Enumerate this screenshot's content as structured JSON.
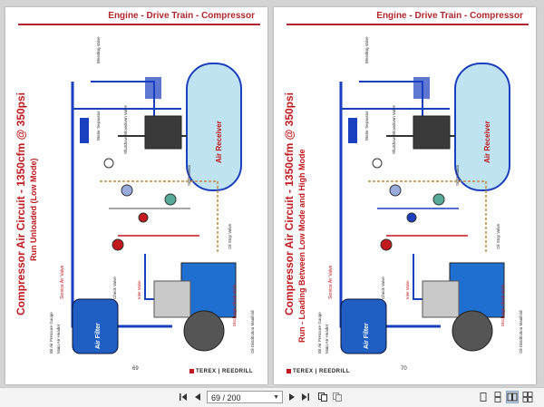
{
  "pages": [
    {
      "header": "Engine - Drive Train - Compressor",
      "title": "Compressor Air Circuit - 1350cfm @ 350psi",
      "subtitle": "Run Unloaded (Low Mode)",
      "page_number": "69",
      "brand": "TEREX | REEDRILL",
      "labels": {
        "air_receiver": "Air Receiver",
        "air_filter": "Air Filter",
        "service_air_valve": "Service Air Valve",
        "check_valve": "Check Valve",
        "inlet_valve": "Inlet Valve",
        "discharge_check_valve": "Discharge Check Valve",
        "oil_stop_valve": "Oil Stop Valve",
        "shutdown_blowdown_valve": "Shutdown Blowdown Valve",
        "water_separator": "Water Separator",
        "sight_glass": "Sight Glass",
        "bleeding_valve": "Bleeding Valve",
        "oil_distribution_manifold": "Oil Distribution Manifold",
        "main_air_header": "Main Air Header",
        "air_pressure_gauge": "Bit Air Pressure Gauge"
      }
    },
    {
      "header": "Engine - Drive Train - Compressor",
      "title": "Compressor Air Circuit - 1350cfm @ 350psi",
      "subtitle": "Run - Loading Between Low Mode and High Mode",
      "page_number": "70",
      "brand": "TEREX | REEDRILL",
      "labels": {
        "air_receiver": "Air Receiver",
        "air_filter": "Air Filter",
        "service_air_valve": "Service Air Valve",
        "check_valve": "Check Valve",
        "inlet_valve": "Inlet Valve",
        "discharge_check_valve": "Discharge Check Valve",
        "oil_stop_valve": "Oil Stop Valve",
        "shutdown_blowdown_valve": "Shutdown Blowdown Valve",
        "water_separator": "Water Separator",
        "sight_glass": "Sight Glass",
        "bleeding_valve": "Bleeding Valve",
        "oil_distribution_manifold": "Oil Distribution Manifold",
        "main_air_header": "Main Air Header",
        "air_pressure_gauge": "Bit Air Pressure Gauge"
      }
    }
  ],
  "toolbar": {
    "page_indicator": "69 / 200",
    "icons": [
      "first-page-icon",
      "prev-page-icon",
      "next-page-icon",
      "last-page-icon",
      "copy-icon",
      "paste-icon",
      "single-page-icon",
      "continuous-icon",
      "two-page-icon",
      "two-page-continuous-icon"
    ]
  },
  "colors": {
    "brand_red": "#c0181c",
    "air_blue": "#1a3fbf",
    "oil_dark": "#2b2b2b",
    "receiver_blue": "#bfe3f0"
  }
}
